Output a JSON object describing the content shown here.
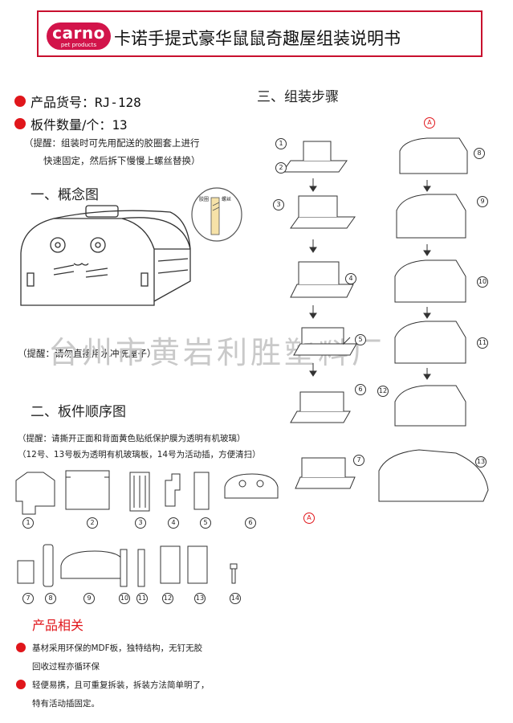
{
  "header": {
    "logo_text": "carno",
    "logo_sub": "pet products",
    "title": "卡诺手提式豪华鼠鼠奇趣屋组装说明书"
  },
  "spec": {
    "item_label": "产品货号：",
    "item_value": "RJ-128",
    "count_label": "板件数量/个：",
    "count_value": "13"
  },
  "tip1": [
    "（提醒：组装时可先用配送的胶圈套上进行",
    "快速固定，然后拆下慢慢上螺丝替换）"
  ],
  "sections": {
    "concept": "一、概念图",
    "order": "二、板件顺序图",
    "steps": "三、组装步骤",
    "related": "产品相关"
  },
  "inset": {
    "label_a": "胶圈",
    "label_b": "螺丝"
  },
  "concept_note": "（提醒：请勿直接用水冲洗屋子）",
  "order_notes": [
    "（提醒：请撕开正面和背面黄色贴纸保护膜为透明有机玻璃）",
    "（12号、13号板为透明有机玻璃板，14号为活动插，方便清扫）"
  ],
  "parts_row1": [
    "1",
    "2",
    "3",
    "4",
    "5",
    "6"
  ],
  "parts_row2": [
    "7",
    "8",
    "9",
    "10",
    "11",
    "12",
    "13",
    "14"
  ],
  "steps_left": [
    "1",
    "2",
    "3",
    "4",
    "5",
    "6",
    "7"
  ],
  "steps_right": [
    "8",
    "9",
    "10",
    "11",
    "12",
    "13"
  ],
  "connector_label": "A",
  "watermark": "台州市黄岩利胜塑料厂",
  "features": [
    [
      "基材采用环保的MDF板，独特结构，无钉无胶",
      "回收过程亦循环保"
    ],
    [
      "轻便易携，且可重复拆装，拆装方法简单明了，",
      "特有活动插固定。"
    ]
  ],
  "colors": {
    "accent": "#e0161b",
    "logo": "#d2144a",
    "border": "#c8102e"
  }
}
